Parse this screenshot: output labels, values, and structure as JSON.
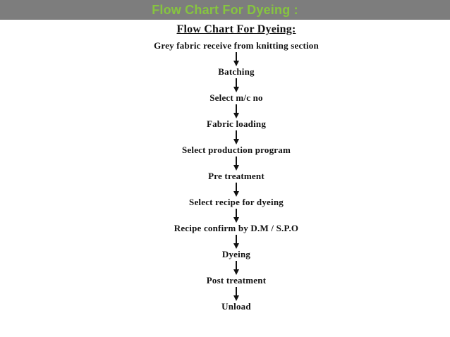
{
  "header": {
    "title": "Flow Chart For Dyeing :",
    "bg_color": "#7d7d7d",
    "text_color": "#86c440"
  },
  "chart": {
    "title": "Flow Chart For Dyeing:",
    "text_color": "#111111",
    "connector_icon": "down-arrow",
    "steps": [
      "Grey fabric receive from knitting section",
      "Batching",
      "Select m/c no",
      "Fabric loading",
      "Select production program",
      "Pre treatment",
      "Select recipe for dyeing",
      "Recipe confirm by D.M / S.P.O",
      "Dyeing",
      "Post treatment",
      "Unload"
    ]
  }
}
